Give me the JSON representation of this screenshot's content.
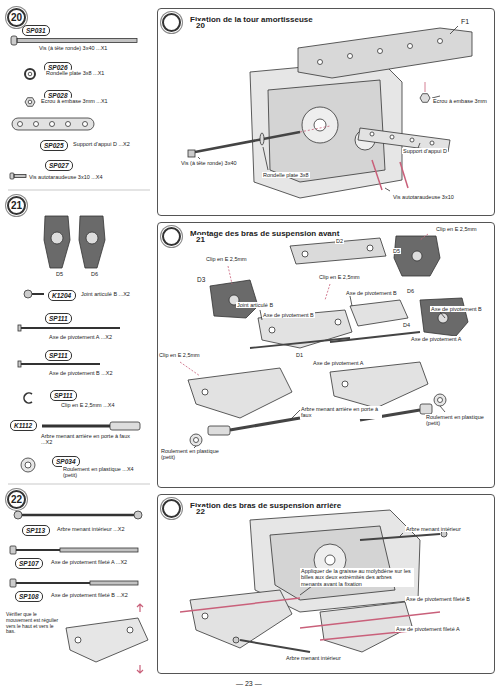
{
  "diagram": {
    "nodes": [
      {
        "text": [
          "20"
        ]
      },
      {
        "text": [
          "SP031"
        ]
      },
      {
        "text": [
          "SP026"
        ]
      },
      {
        "text": [
          "SP028"
        ]
      },
      {
        "text": [
          "SP025"
        ]
      },
      {
        "text": [
          "SP027"
        ]
      },
      {
        "text": [
          "21"
        ]
      },
      {
        "text": [
          "K1204"
        ]
      },
      {
        "text": [
          "SP111"
        ]
      },
      {
        "text": [
          "SP111"
        ]
      },
      {
        "text": [
          "SP111"
        ]
      },
      {
        "text": [
          "K1112"
        ]
      },
      {
        "text": [
          "SP034"
        ]
      },
      {
        "text": [
          "22"
        ]
      },
      {
        "text": [
          "SP113"
        ]
      },
      {
        "text": [
          "SP107"
        ]
      },
      {
        "text": [
          "SP108"
        ]
      },
      {
        "text": [
          "Fixation de la tour amortisseuse"
        ]
      },
      {
        "text": [
          "20"
        ],
        "in": 17
      },
      {
        "text": [
          "Montage des bras de suspension avant"
        ]
      },
      {
        "text": [
          "21"
        ],
        "in": 19
      },
      {
        "text": [
          "Fixation des bras de suspension arrière"
        ]
      },
      {
        "text": [
          "22"
        ],
        "in": 21
      }
    ],
    "labels": [
      "Vis (à tête ronde) 3x40 ...X1",
      "Rondelle plate 3x8 ...X1",
      "Ecrou à embase 3mm ...X1",
      "Support d'appui D ...X2",
      "Vis autotaraudeuse 3x10 ...X4",
      "D5",
      "D6",
      "Joint articulé B ...X2",
      "Axe de pivotement A ...X2",
      "Axe de pivotement B ...X2",
      "Clip en E 2,5mm ...X4",
      "Arbre menant arrière en porte à faux ...X2",
      "Roulement en plastique ...X4 (petit)",
      "Arbre menant intérieur ...X2",
      "Axe de pivotement fileté A ...X2",
      "Axe de pivotement fileté B ...X2",
      "Vérifier que le mouvement est régulier vers le haut et vers le bas.",
      "F1",
      "Ecrou à embase 3mm",
      "Support d'appui D",
      "Vis autotaraudeuse 3x10",
      "Vis (à tête ronde) 3x40",
      "Rondelle plate 3x8",
      "Clip en E 2,5mm",
      "D2",
      "D5",
      "Clip en E 2,5mm",
      "D3",
      "Clip en E 2,5mm",
      "Axe de pivotement B",
      "D6",
      "Joint articulé B",
      "Axe de pivotement B",
      "Axe de pivotement B",
      "D4",
      "Axe de pivotement A",
      "Clip en E 2,5mm",
      "D1",
      "Axe de pivotement A",
      "Arbre menant arrière en porte à faux",
      "Roulement en plastique (petit)",
      "Roulement en plastique (petit)",
      "Arbre menant intérieur",
      "Appliquer de la graisse au molybdène sur les billes aux deux extrémités des arbres menants avant la fixation",
      "Axe de pivotement fileté B",
      "Axe de pivotement fileté A",
      "Arbre menant intérieur",
      "— 23 —"
    ]
  }
}
